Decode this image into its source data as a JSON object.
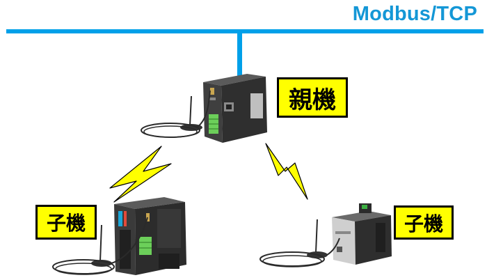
{
  "network_label": "Modbus/TCP",
  "master_label": "親機",
  "slave_label_left": "子機",
  "slave_label_right": "子機",
  "colors": {
    "bus": "#00a0e9",
    "title": "#1497d6",
    "tag_fill": "#ffff00",
    "lightning_fill": "#ffff00",
    "lightning_stroke": "#000000",
    "device_dark": "#3a3a3a",
    "device_mid": "#4b4b4b",
    "terminal_green": "#6ccf5a",
    "antenna": "#2a2a2a"
  }
}
